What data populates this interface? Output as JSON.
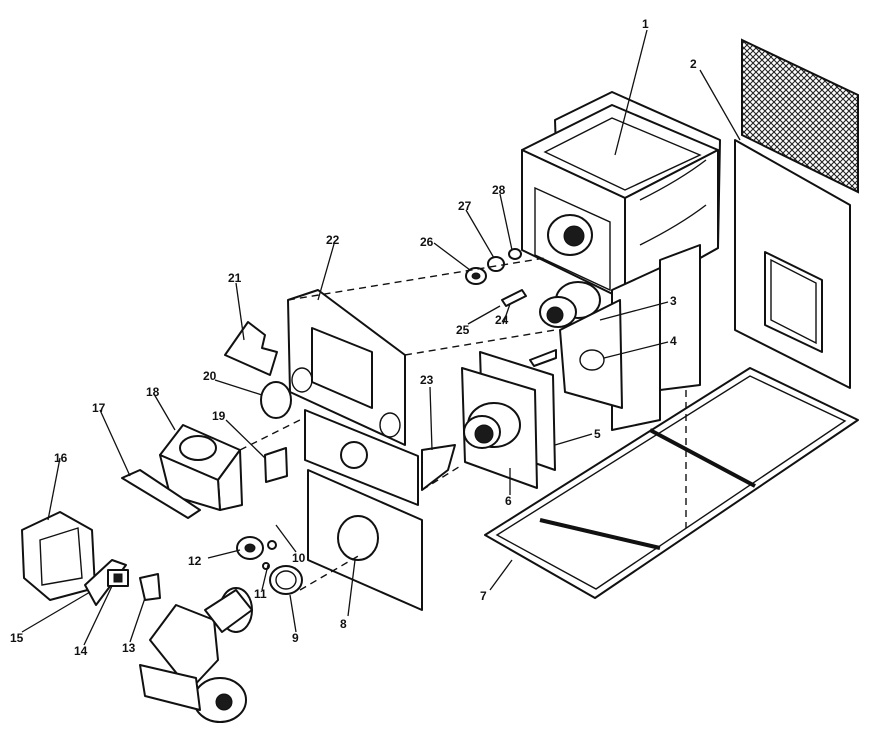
{
  "diagram": {
    "callouts": [
      "1",
      "2",
      "3",
      "4",
      "5",
      "6",
      "7",
      "8",
      "9",
      "10",
      "11",
      "12",
      "13",
      "14",
      "15",
      "16",
      "17",
      "18",
      "19",
      "20",
      "21",
      "22",
      "23",
      "24",
      "25",
      "26",
      "27",
      "28"
    ]
  },
  "colors": {
    "ink": "#111111",
    "paper": "#ffffff"
  }
}
